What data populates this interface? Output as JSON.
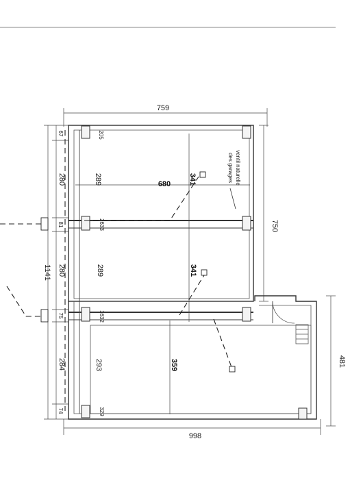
{
  "dimensions": {
    "overall_width_top": "759",
    "overall_width_bottom": "998",
    "right_height_main": "750",
    "right_height_annex": "481",
    "left_total": "1141",
    "room1_width": "680",
    "room1_depth_left": "289",
    "room1_depth_right": "341",
    "room2_depth_left": "289",
    "room2_depth_right": "341",
    "room3_depth_left": "293",
    "room3_depth_right": "359",
    "bay_280_a": "280",
    "bay_280_b": "280",
    "bay_284": "284",
    "wall_67": "67",
    "wall_81": "81",
    "wall_75": "75",
    "wall_74": "74",
    "small_205": "205",
    "small_2633": "2633",
    "small_1632": "1632",
    "small_329": "329"
  },
  "note": {
    "line1": "ventil naturelle",
    "line2": "des garages"
  },
  "colors": {
    "ink": "#222222",
    "paper": "#ffffff"
  }
}
